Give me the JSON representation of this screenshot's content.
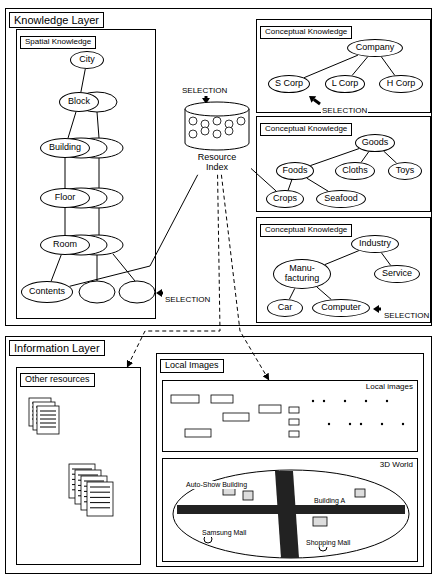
{
  "diagram": {
    "nodes": [
      {
        "text": [
          "Knowledge Layer"
        ]
      },
      {
        "text": [
          "Spatial Knowledge"
        ],
        "in": 0
      },
      {
        "text": [
          "City"
        ],
        "in": 1
      },
      {
        "text": [
          "Block"
        ],
        "in": 1
      },
      {
        "text": [
          "Building"
        ],
        "in": 1
      },
      {
        "text": [
          "Floor"
        ],
        "in": 1
      },
      {
        "text": [
          "Room"
        ],
        "in": 1
      },
      {
        "text": [
          "Contents"
        ],
        "in": 1
      },
      {
        "text": [
          "Resource Index"
        ],
        "in": 0
      },
      {
        "text": [
          "Conceptual Knowledge"
        ],
        "in": 0
      },
      {
        "text": [
          "Company"
        ],
        "in": 9
      },
      {
        "text": [
          "S Corp"
        ],
        "in": 9
      },
      {
        "text": [
          "L Corp"
        ],
        "in": 9
      },
      {
        "text": [
          "H Corp"
        ],
        "in": 9
      },
      {
        "text": [
          "Conceptual Knowledge"
        ],
        "in": 0
      },
      {
        "text": [
          "Goods"
        ],
        "in": 14
      },
      {
        "text": [
          "Foods"
        ],
        "in": 14
      },
      {
        "text": [
          "Cloths"
        ],
        "in": 14
      },
      {
        "text": [
          "Toys"
        ],
        "in": 14
      },
      {
        "text": [
          "Crops"
        ],
        "in": 14
      },
      {
        "text": [
          "Seafood"
        ],
        "in": 14
      },
      {
        "text": [
          "Conceptual Knowledge"
        ],
        "in": 0
      },
      {
        "text": [
          "Industry"
        ],
        "in": 21
      },
      {
        "text": [
          "Manu- facturing"
        ],
        "in": 21
      },
      {
        "text": [
          "Service"
        ],
        "in": 21
      },
      {
        "text": [
          "Car"
        ],
        "in": 21
      },
      {
        "text": [
          "Computer"
        ],
        "in": 21
      },
      {
        "text": [
          "Information Layer"
        ]
      },
      {
        "text": [
          "Other resources"
        ],
        "in": 27
      },
      {
        "text": [
          "Local Images"
        ],
        "in": 27
      },
      {
        "text": [
          "Local images"
        ],
        "in": 29
      },
      {
        "text": [
          "3D World"
        ],
        "in": 29
      }
    ],
    "edges": [
      {
        "from": 2,
        "to": 3,
        "arrow": "none"
      },
      {
        "from": 3,
        "to": 4,
        "arrow": "none"
      },
      {
        "from": 4,
        "to": 5,
        "arrow": "none"
      },
      {
        "from": 5,
        "to": 6,
        "arrow": "none"
      },
      {
        "from": 6,
        "to": 7,
        "arrow": "none"
      },
      {
        "from": 10,
        "to": 11,
        "arrow": "none"
      },
      {
        "from": 10,
        "to": 12,
        "arrow": "none"
      },
      {
        "from": 10,
        "to": 13,
        "arrow": "none"
      },
      {
        "from": 15,
        "to": 16,
        "arrow": "none"
      },
      {
        "from": 15,
        "to": 17,
        "arrow": "none"
      },
      {
        "from": 15,
        "to": 18,
        "arrow": "none"
      },
      {
        "from": 16,
        "to": 19,
        "arrow": "none"
      },
      {
        "from": 16,
        "to": 20,
        "arrow": "none"
      },
      {
        "from": 22,
        "to": 23,
        "arrow": "none"
      },
      {
        "from": 22,
        "to": 24,
        "arrow": "none"
      },
      {
        "from": 23,
        "to": 25,
        "arrow": "none"
      },
      {
        "from": 23,
        "to": 26,
        "arrow": "none"
      },
      {
        "from": 8,
        "to": 7,
        "arrow": "none"
      },
      {
        "from": 8,
        "to": 19,
        "arrow": "none"
      },
      {
        "from": 8,
        "to": 28,
        "arrow": "to"
      },
      {
        "from": 8,
        "to": 30,
        "arrow": "to"
      }
    ],
    "labels": [
      "SELECTION",
      "SELECTION",
      "SELECTION",
      "SELECTION",
      "Auto-Show Building",
      "Building A",
      "Samsung Mall",
      "Shopping Mall"
    ]
  }
}
